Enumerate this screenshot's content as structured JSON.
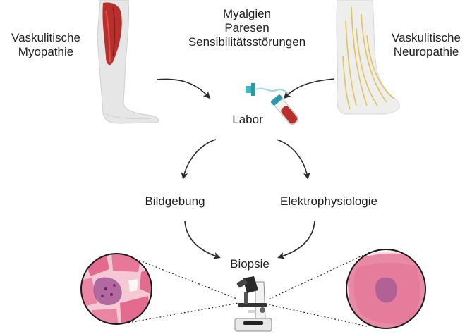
{
  "labels": {
    "myopathy": [
      "Vaskulitische",
      "Myopathie"
    ],
    "neuropathy": [
      "Vaskulitische",
      "Neuropathie"
    ],
    "symptoms": [
      "Myalgien",
      "Paresen",
      "Sensibilitätsstörungen"
    ],
    "lab": "Labor",
    "imaging": "Bildgebung",
    "electrophysiology": "Elektrophysiologie",
    "biopsy": "Biopsie"
  },
  "icons": {
    "left_leg": "leg-muscle-icon",
    "right_foot": "foot-nerves-icon",
    "blood_tube": "blood-tube-icon",
    "microscope": "microscope-icon",
    "muscle_histology": "muscle-histology-icon",
    "nerve_histology": "nerve-histology-icon"
  },
  "colors": {
    "muscle_red": "#b8302c",
    "nerve_yellow": "#e3c35a",
    "histology_pink": "#e9799a",
    "arrow": "#2a2a2a"
  }
}
